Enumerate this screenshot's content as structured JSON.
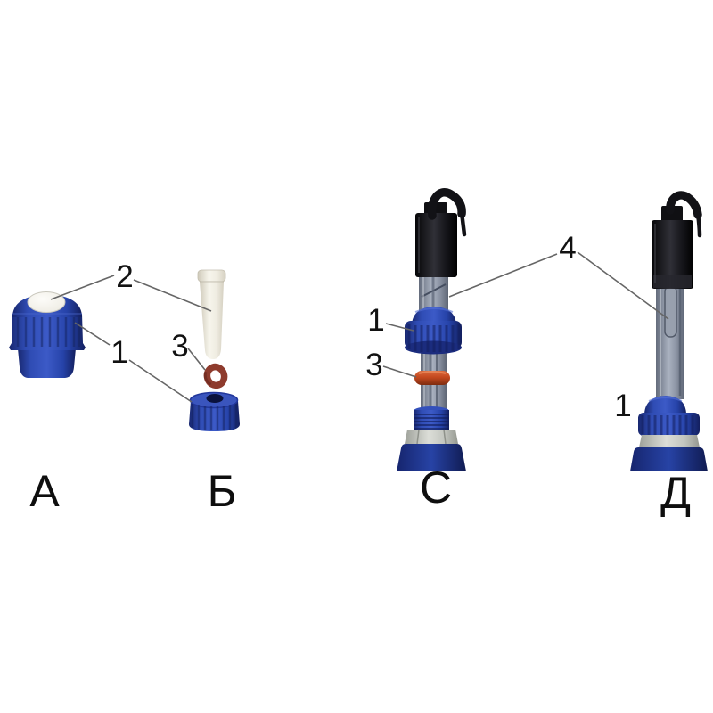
{
  "diagram": {
    "panel_labels": [
      {
        "id": "panel-a",
        "text": "А"
      },
      {
        "id": "panel-b",
        "text": "Б"
      },
      {
        "id": "panel-c",
        "text": "С"
      },
      {
        "id": "panel-d",
        "text": "Д"
      }
    ],
    "callouts": [
      {
        "id": "white-plug-callout",
        "text": "2"
      },
      {
        "id": "blue-cap-a-callout",
        "text": "1"
      },
      {
        "id": "oring-b-callout",
        "text": "3"
      },
      {
        "id": "collar-c-callout",
        "text": "1"
      },
      {
        "id": "oring-c-callout",
        "text": "3"
      },
      {
        "id": "glass-shaft-callout",
        "text": "4"
      },
      {
        "id": "blue-cap-d-callout",
        "text": "1"
      }
    ],
    "colors": {
      "cap_blue": "#2b49ad",
      "cap_blue_highlight": "#4663cb",
      "cap_blue_shadow": "#141f60",
      "navy_shoulder": "#1d3390",
      "white_plug": "#f2f0ea",
      "cream_cylinder": "#efece1",
      "oring_brown": "#8e3b2d",
      "oring_orange": "#c4491f",
      "body_black": "#121215",
      "glass_grey": "#8b94a4",
      "ring_grey": "#c6c9c2",
      "leader_line": "#666666",
      "label_text": "#121212",
      "background": "#ffffff"
    }
  }
}
